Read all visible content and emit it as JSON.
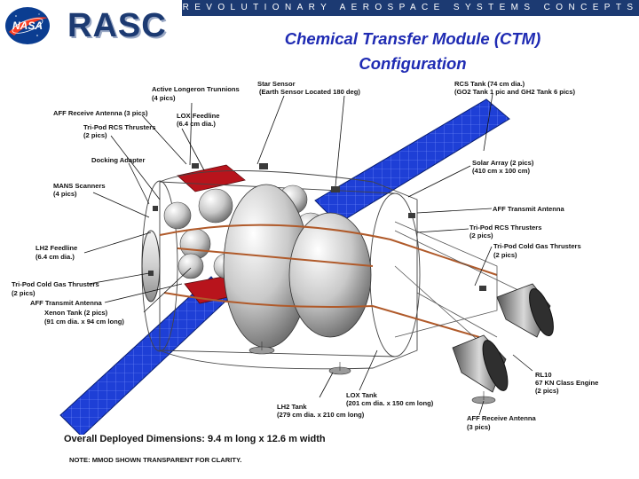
{
  "header": {
    "logo_text": "NASA",
    "program": "RASC",
    "banner": "REVOLUTIONARY AEROSPACE SYSTEMS CONCEPTS"
  },
  "title": {
    "line1": "Chemical Transfer Module (CTM)",
    "line2": "Configuration"
  },
  "labels": {
    "star_sensor": "Star Sensor",
    "active_longeron": "Active Longeron Trunnions",
    "earth_sensor": "(Earth Sensor Located 180 deg)",
    "four_pics_a": "(4 pics)",
    "rcs_tank": "RCS Tank (74 cm dia.)",
    "rcs_tank_sub": "(GO2 Tank 1 pic and GH2 Tank 6 pics)",
    "aff_receive_top": "AFF Receive Antenna (3 pics)",
    "lox_feedline": "LOX Feedline",
    "lox_feedline_sub": "(6.4 cm dia.)",
    "tripod_rcs_left": "Tri-Pod RCS Thrusters",
    "two_pics_a": "(2 pics)",
    "docking_adapter": "Docking Adapter",
    "solar_array": "Solar Array (2 pics)",
    "solar_array_sub": "(410 cm x 100 cm)",
    "mans_scanners": "MANS Scanners",
    "four_pics_b": "(4 pics)",
    "aff_transmit_right": "AFF Transmit Antenna",
    "tripod_rcs_right": "Tri-Pod RCS Thrusters",
    "two_pics_b": "(2 pics)",
    "lh2_feedline": "LH2 Feedline",
    "lh2_feedline_sub": "(6.4 cm dia.)",
    "tripod_cold_right": "Tri-Pod Cold Gas Thrusters",
    "two_pics_c": "(2 pics)",
    "tripod_cold_left": "Tri-Pod Cold Gas Thrusters",
    "two_pics_d": "(2 pics)",
    "aff_transmit_left": "AFF Transmit Antenna",
    "xenon_tank": "Xenon Tank (2 pics)",
    "xenon_tank_sub": "(91 cm dia. x 94 cm long)",
    "rl10": "RL10",
    "rl10_sub": "67 KN Class Engine",
    "two_pics_e": "(2 pics)",
    "lox_tank": "LOX Tank",
    "lox_tank_sub": "(201 cm dia. x 150 cm long)",
    "lh2_tank": "LH2 Tank",
    "lh2_tank_sub": "(279 cm dia. x 210 cm long)",
    "aff_receive_bottom": "AFF Receive Antenna",
    "three_pics": "(3 pics)"
  },
  "footer": {
    "dimensions": "Overall Deployed Dimensions:  9.4 m long x 12.6 m width",
    "note": "NOTE:  MMOD SHOWN TRANSPARENT FOR CLARITY."
  },
  "colors": {
    "nasa_blue": "#0b3d91",
    "nasa_red": "#fc3d21",
    "rasc_blue": "#1c3a72",
    "title_blue": "#1f2bb3",
    "solar_blue": "#1e3fd6",
    "radiator_red": "#b8141c",
    "feedline": "#b05a2a"
  }
}
